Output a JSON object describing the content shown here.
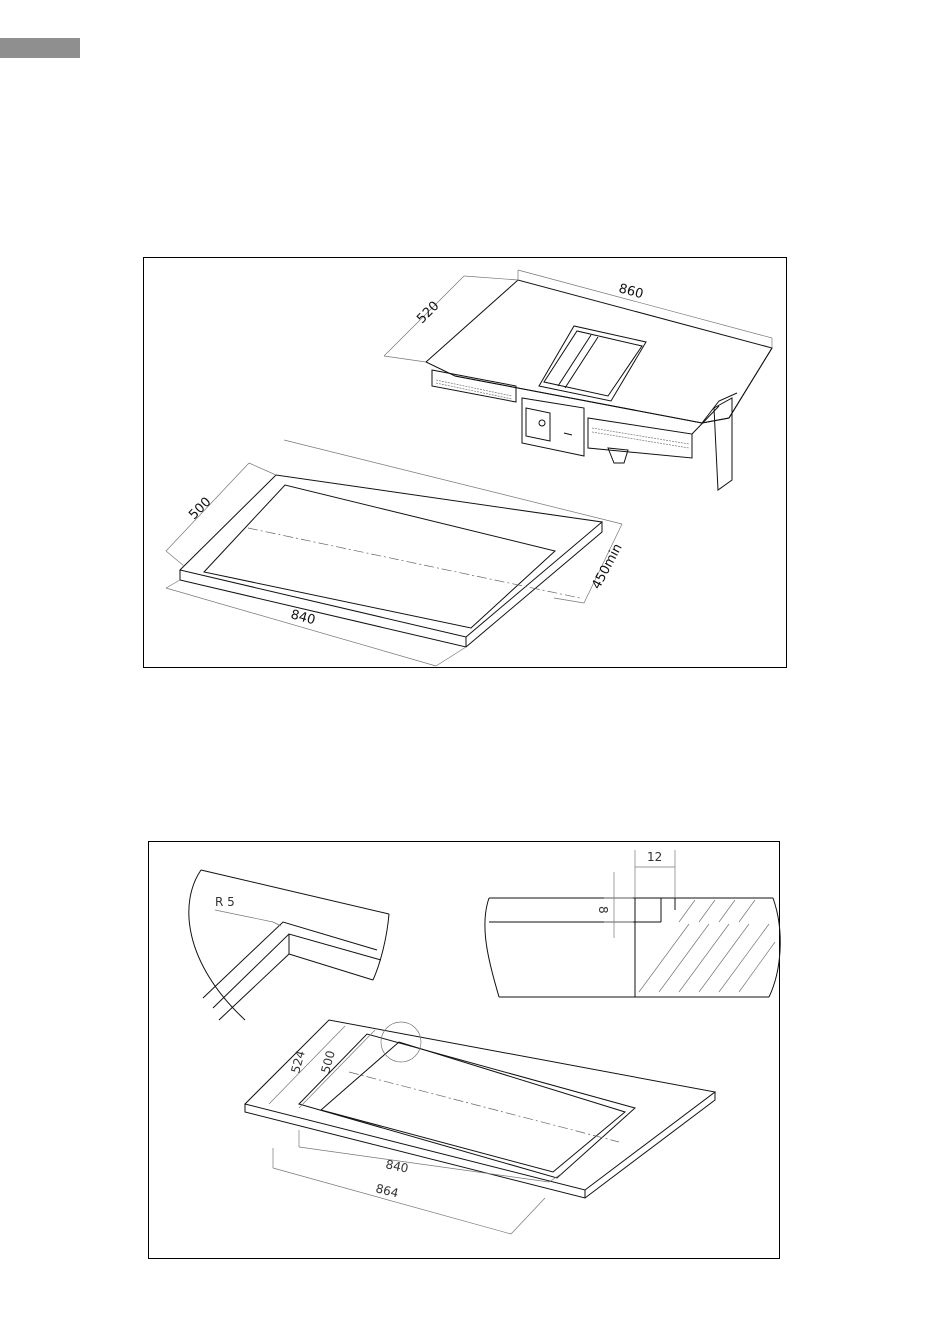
{
  "figure1": {
    "hob_width": "860",
    "hob_depth": "520",
    "cutout_depth": "500",
    "cutout_width": "840",
    "min_depth": "450min"
  },
  "figure2": {
    "corner_radius": "R 5",
    "flush_depth": "8",
    "flush_width": "12",
    "inner_depth": "500",
    "outer_depth": "524",
    "inner_width": "840",
    "outer_width": "864"
  }
}
